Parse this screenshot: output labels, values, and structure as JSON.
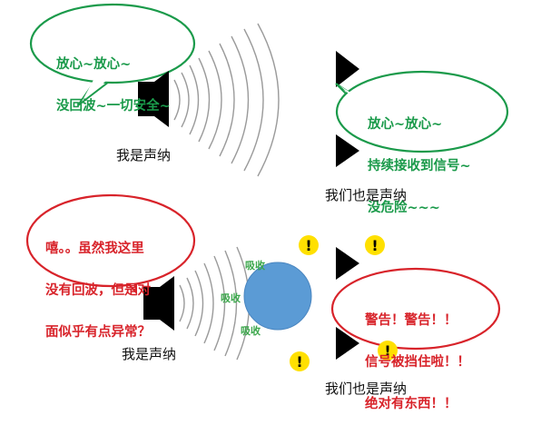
{
  "scene_top": {
    "sonar_bubble": {
      "lines": [
        "放心~放心~",
        "没回波~一切安全~"
      ],
      "color": "#1a9a4a"
    },
    "receiver_bubble": {
      "lines": [
        "放心~放心~",
        "持续接收到信号~",
        "没危险~~~"
      ],
      "color": "#1a9a4a"
    },
    "sonar_label": "我是声纳",
    "receiver_label": "我们也是声纳"
  },
  "scene_bottom": {
    "sonar_bubble": {
      "lines": [
        "嘻。。虽然我这里",
        "没有回波，但是对",
        "面似乎有点异常？"
      ],
      "color": "#d8232a"
    },
    "receiver_bubble": {
      "lines": [
        "警告！警告！！",
        "信号被挡住啦！！",
        "绝对有东西！！"
      ],
      "color": "#d8232a"
    },
    "absorb_labels": [
      "吸收",
      "吸收",
      "吸收"
    ],
    "sonar_label": "我是声纳",
    "receiver_label": "我们也是声纳",
    "warning_symbol": "!",
    "object_color": "#5b9bd5",
    "warning_color": "#ffe000"
  }
}
